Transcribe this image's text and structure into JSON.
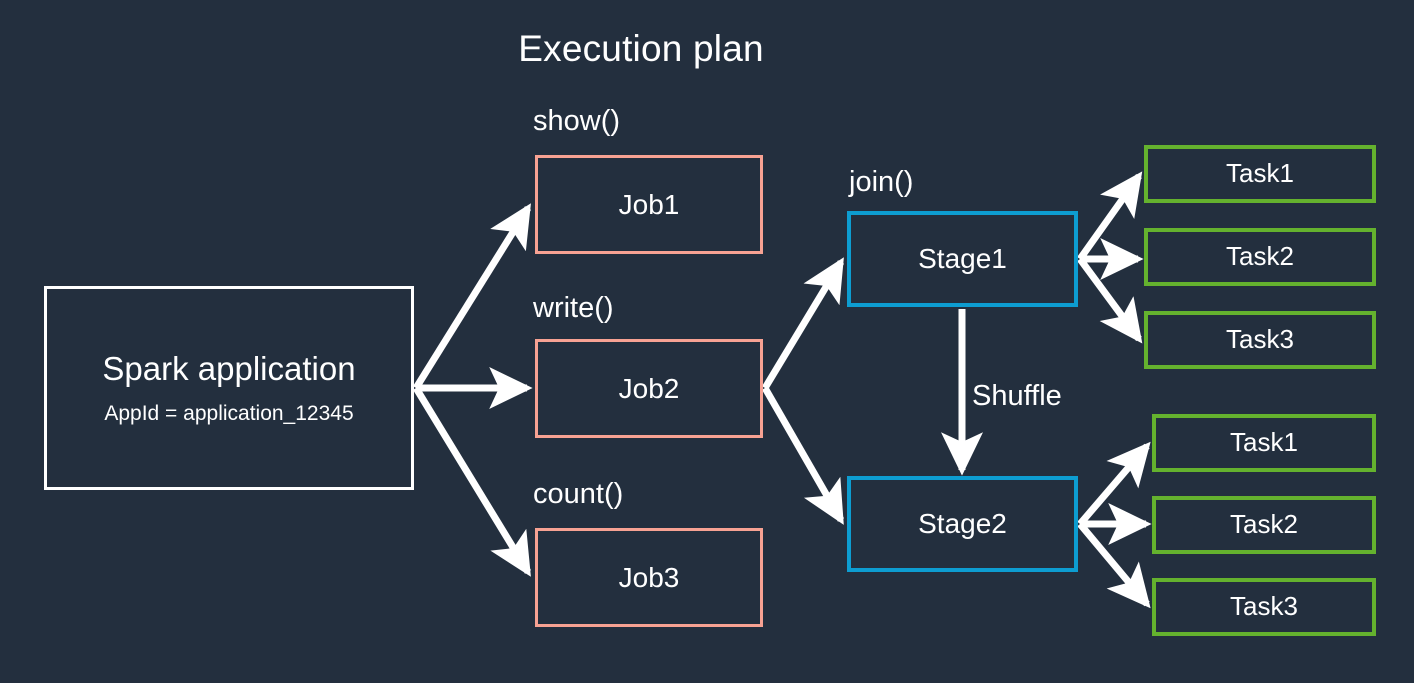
{
  "diagram": {
    "title": "Execution plan",
    "background_color": "#232F3E",
    "colors": {
      "background": "#232F3E",
      "app_border": "#FFFFFF",
      "job_border": "#F7A293",
      "stage_border": "#0D9DD1",
      "task_border": "#64B22E",
      "arrow": "#FFFFFF",
      "text": "#FFFFFF"
    },
    "application": {
      "name": "Spark application",
      "appid_line": "AppId = application_12345"
    },
    "jobs": [
      {
        "caption": "show()",
        "label": "Job1"
      },
      {
        "caption": "write()",
        "label": "Job2"
      },
      {
        "caption": "count()",
        "label": "Job3"
      }
    ],
    "stages": [
      {
        "caption": "join()",
        "label": "Stage1"
      },
      {
        "caption": "",
        "label": "Stage2"
      }
    ],
    "shuffle_label": "Shuffle",
    "tasks_stage1": [
      {
        "label": "Task1"
      },
      {
        "label": "Task2"
      },
      {
        "label": "Task3"
      }
    ],
    "tasks_stage2": [
      {
        "label": "Task1"
      },
      {
        "label": "Task2"
      },
      {
        "label": "Task3"
      }
    ]
  }
}
